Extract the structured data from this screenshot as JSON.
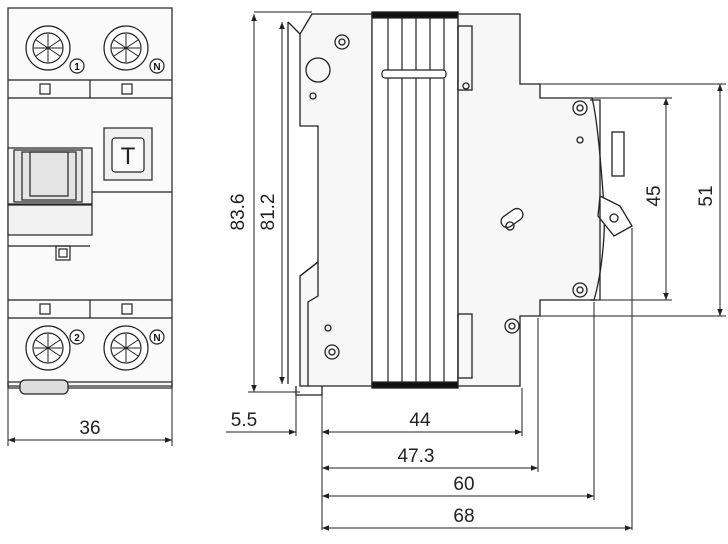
{
  "dimensions": {
    "front_width": "36",
    "height_outer": "83.6",
    "height_inner": "81.2",
    "depth_offset": "5.5",
    "depth_44": "44",
    "depth_47_3": "47.3",
    "depth_60": "60",
    "depth_68": "68",
    "panel_height_45": "45",
    "panel_height_51": "51"
  },
  "front_view": {
    "test_button_label": "T",
    "terminal_marks": [
      "1",
      "N",
      "2",
      "N"
    ]
  },
  "colors": {
    "line": "#222222",
    "body_fill": "#f4f4f4",
    "dark_band": "#111111"
  }
}
